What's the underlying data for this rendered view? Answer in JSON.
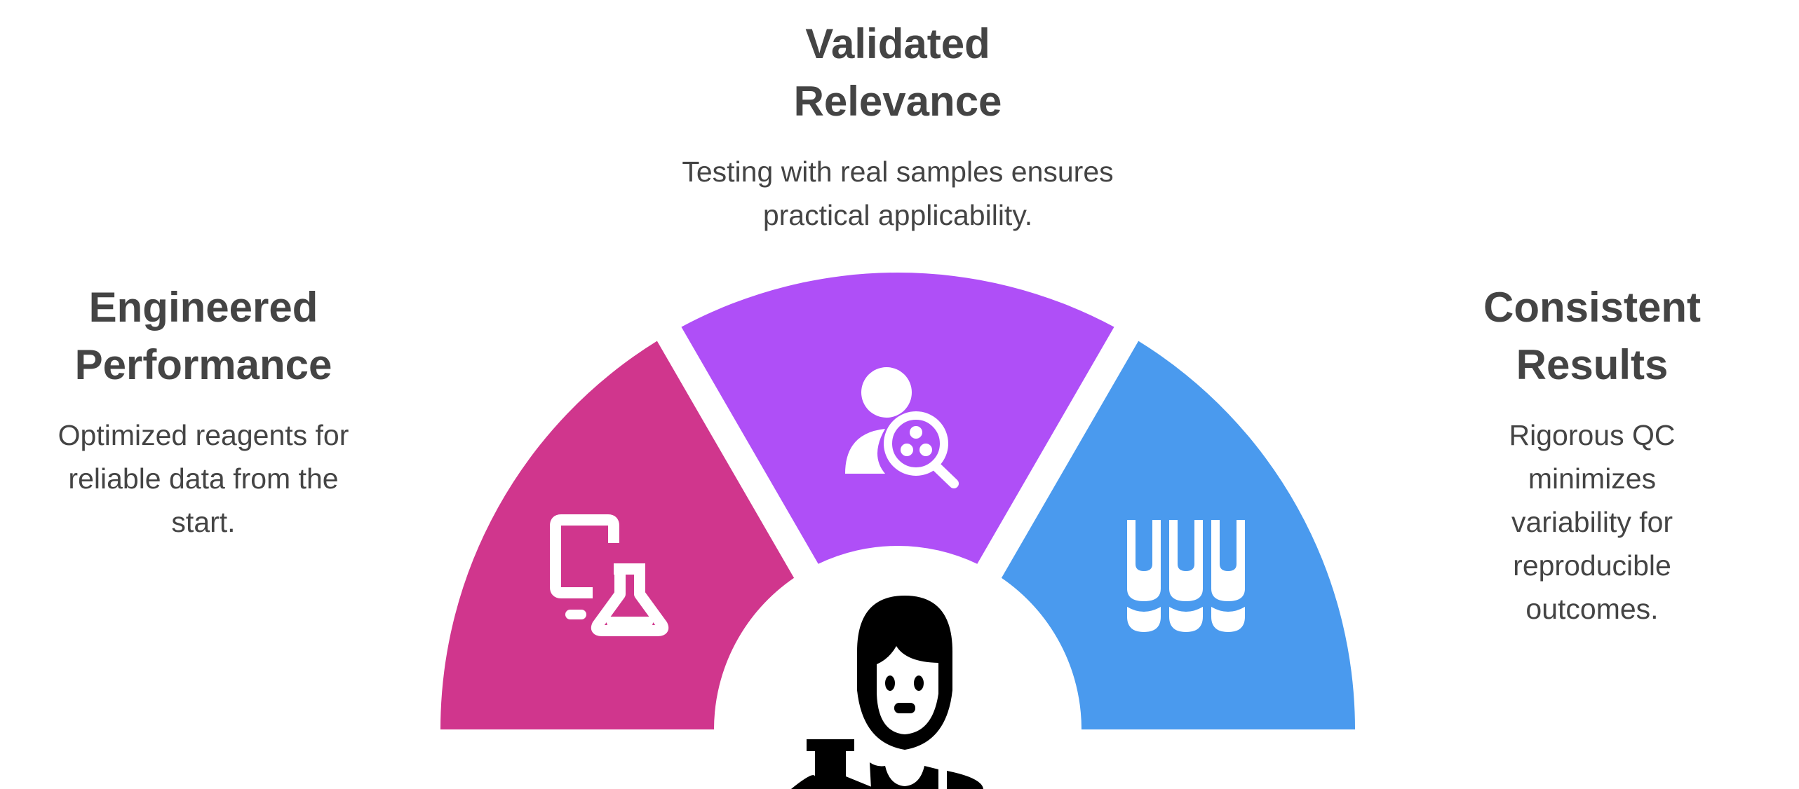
{
  "colors": {
    "left": "#D0368D",
    "middle": "#AF4FF7",
    "right": "#4A9AEE",
    "text": "#444444",
    "center_icon": "#000000"
  },
  "segments": [
    {
      "id": "left",
      "title_lines": [
        "Engineered",
        "Performance"
      ],
      "desc_lines": [
        "Optimized reagents for",
        "reliable data from the",
        "start."
      ],
      "icon": "computer-flask-icon"
    },
    {
      "id": "middle",
      "title_lines": [
        "Validated",
        "Relevance"
      ],
      "desc_lines": [
        "Testing with real samples ensures",
        "practical applicability."
      ],
      "icon": "user-sample-search-icon"
    },
    {
      "id": "right",
      "title_lines": [
        "Consistent",
        "Results"
      ],
      "desc_lines": [
        "Rigorous QC minimizes",
        "variability for",
        "reproducible outcomes."
      ],
      "icon": "test-tubes-icon"
    }
  ],
  "center_icon": "scientist-flask-icon"
}
